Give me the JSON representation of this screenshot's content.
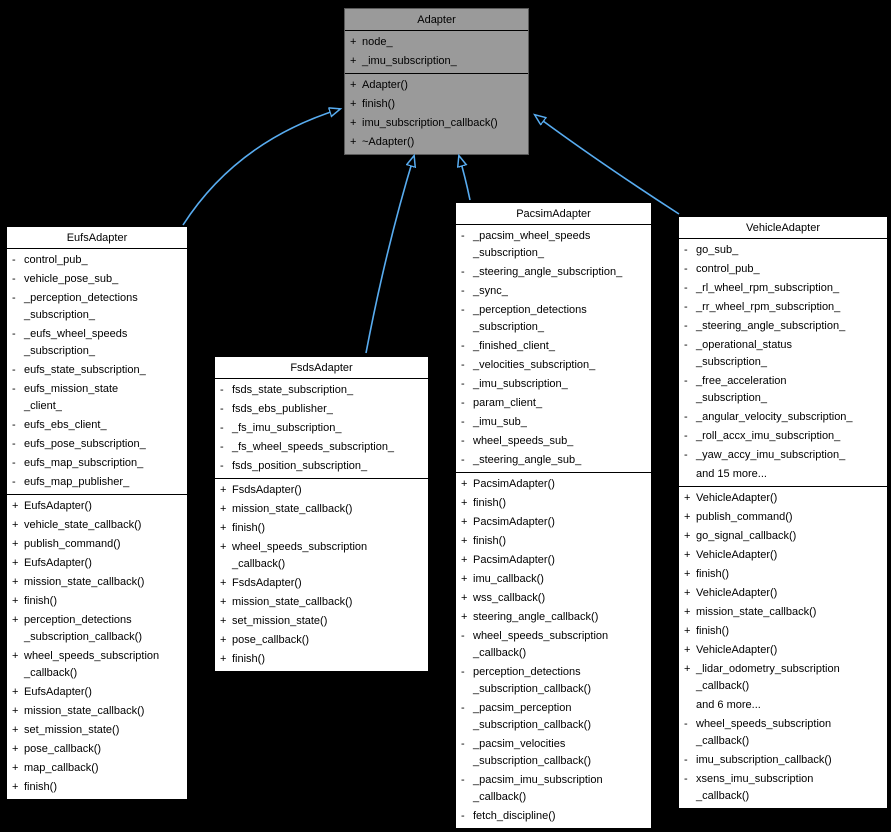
{
  "diagram_title": "Adapter class inheritance diagram",
  "colors": {
    "background": "#000000",
    "arrow": "#58acf0",
    "base_fill": "#9a9a9a",
    "derived_fill": "#ffffff",
    "text": "#000000"
  },
  "classes": [
    {
      "name": "Adapter",
      "kind": "base",
      "attributes": [
        {
          "vis": "+",
          "lines": [
            "node_"
          ]
        },
        {
          "vis": "+",
          "lines": [
            "_imu_subscription_"
          ]
        }
      ],
      "methods": [
        {
          "vis": "+",
          "lines": [
            "Adapter()"
          ]
        },
        {
          "vis": "+",
          "lines": [
            "finish()"
          ]
        },
        {
          "vis": "+",
          "lines": [
            "imu_subscription_callback()"
          ]
        },
        {
          "vis": "+",
          "lines": [
            "~Adapter()"
          ]
        }
      ]
    },
    {
      "name": "EufsAdapter",
      "kind": "derived",
      "attributes": [
        {
          "vis": "-",
          "lines": [
            "control_pub_"
          ]
        },
        {
          "vis": "-",
          "lines": [
            "vehicle_pose_sub_"
          ]
        },
        {
          "vis": "-",
          "lines": [
            "_perception_detections",
            "_subscription_"
          ]
        },
        {
          "vis": "-",
          "lines": [
            "_eufs_wheel_speeds",
            "_subscription_"
          ]
        },
        {
          "vis": "-",
          "lines": [
            "eufs_state_subscription_"
          ]
        },
        {
          "vis": "-",
          "lines": [
            "eufs_mission_state",
            "_client_"
          ]
        },
        {
          "vis": "-",
          "lines": [
            "eufs_ebs_client_"
          ]
        },
        {
          "vis": "-",
          "lines": [
            "eufs_pose_subscription_"
          ]
        },
        {
          "vis": "-",
          "lines": [
            "eufs_map_subscription_"
          ]
        },
        {
          "vis": "-",
          "lines": [
            "eufs_map_publisher_"
          ]
        }
      ],
      "methods": [
        {
          "vis": "+",
          "lines": [
            "EufsAdapter()"
          ]
        },
        {
          "vis": "+",
          "lines": [
            "vehicle_state_callback()"
          ]
        },
        {
          "vis": "+",
          "lines": [
            "publish_command()"
          ]
        },
        {
          "vis": "+",
          "lines": [
            "EufsAdapter()"
          ]
        },
        {
          "vis": "+",
          "lines": [
            "mission_state_callback()"
          ]
        },
        {
          "vis": "+",
          "lines": [
            "finish()"
          ]
        },
        {
          "vis": "+",
          "lines": [
            "perception_detections",
            "_subscription_callback()"
          ]
        },
        {
          "vis": "+",
          "lines": [
            "wheel_speeds_subscription",
            "_callback()"
          ]
        },
        {
          "vis": "+",
          "lines": [
            "EufsAdapter()"
          ]
        },
        {
          "vis": "+",
          "lines": [
            "mission_state_callback()"
          ]
        },
        {
          "vis": "+",
          "lines": [
            "set_mission_state()"
          ]
        },
        {
          "vis": "+",
          "lines": [
            "pose_callback()"
          ]
        },
        {
          "vis": "+",
          "lines": [
            "map_callback()"
          ]
        },
        {
          "vis": "+",
          "lines": [
            "finish()"
          ]
        }
      ]
    },
    {
      "name": "FsdsAdapter",
      "kind": "derived",
      "attributes": [
        {
          "vis": "-",
          "lines": [
            "fsds_state_subscription_"
          ]
        },
        {
          "vis": "-",
          "lines": [
            "fsds_ebs_publisher_"
          ]
        },
        {
          "vis": "-",
          "lines": [
            "_fs_imu_subscription_"
          ]
        },
        {
          "vis": "-",
          "lines": [
            "_fs_wheel_speeds_subscription_"
          ]
        },
        {
          "vis": "-",
          "lines": [
            "fsds_position_subscription_"
          ]
        }
      ],
      "methods": [
        {
          "vis": "+",
          "lines": [
            "FsdsAdapter()"
          ]
        },
        {
          "vis": "+",
          "lines": [
            "mission_state_callback()"
          ]
        },
        {
          "vis": "+",
          "lines": [
            "finish()"
          ]
        },
        {
          "vis": "+",
          "lines": [
            "wheel_speeds_subscription",
            "_callback()"
          ]
        },
        {
          "vis": "+",
          "lines": [
            "FsdsAdapter()"
          ]
        },
        {
          "vis": "+",
          "lines": [
            "mission_state_callback()"
          ]
        },
        {
          "vis": "+",
          "lines": [
            "set_mission_state()"
          ]
        },
        {
          "vis": "+",
          "lines": [
            "pose_callback()"
          ]
        },
        {
          "vis": "+",
          "lines": [
            "finish()"
          ]
        }
      ]
    },
    {
      "name": "PacsimAdapter",
      "kind": "derived",
      "attributes": [
        {
          "vis": "-",
          "lines": [
            "_pacsim_wheel_speeds",
            "_subscription_"
          ]
        },
        {
          "vis": "-",
          "lines": [
            "_steering_angle_subscription_"
          ]
        },
        {
          "vis": "-",
          "lines": [
            "_sync_"
          ]
        },
        {
          "vis": "-",
          "lines": [
            "_perception_detections",
            "_subscription_"
          ]
        },
        {
          "vis": "-",
          "lines": [
            "_finished_client_"
          ]
        },
        {
          "vis": "-",
          "lines": [
            "_velocities_subscription_"
          ]
        },
        {
          "vis": "-",
          "lines": [
            "_imu_subscription_"
          ]
        },
        {
          "vis": "-",
          "lines": [
            "param_client_"
          ]
        },
        {
          "vis": "-",
          "lines": [
            "_imu_sub_"
          ]
        },
        {
          "vis": "-",
          "lines": [
            "wheel_speeds_sub_"
          ]
        },
        {
          "vis": "-",
          "lines": [
            "_steering_angle_sub_"
          ]
        }
      ],
      "methods": [
        {
          "vis": "+",
          "lines": [
            "PacsimAdapter()"
          ]
        },
        {
          "vis": "+",
          "lines": [
            "finish()"
          ]
        },
        {
          "vis": "+",
          "lines": [
            "PacsimAdapter()"
          ]
        },
        {
          "vis": "+",
          "lines": [
            "finish()"
          ]
        },
        {
          "vis": "+",
          "lines": [
            "PacsimAdapter()"
          ]
        },
        {
          "vis": "+",
          "lines": [
            "imu_callback()"
          ]
        },
        {
          "vis": "+",
          "lines": [
            "wss_callback()"
          ]
        },
        {
          "vis": "+",
          "lines": [
            "steering_angle_callback()"
          ]
        },
        {
          "vis": "-",
          "lines": [
            "wheel_speeds_subscription",
            "_callback()"
          ]
        },
        {
          "vis": "-",
          "lines": [
            "perception_detections",
            "_subscription_callback()"
          ]
        },
        {
          "vis": "-",
          "lines": [
            "_pacsim_perception",
            "_subscription_callback()"
          ]
        },
        {
          "vis": "-",
          "lines": [
            "_pacsim_velocities",
            "_subscription_callback()"
          ]
        },
        {
          "vis": "-",
          "lines": [
            "_pacsim_imu_subscription",
            "_callback()"
          ]
        },
        {
          "vis": "-",
          "lines": [
            "fetch_discipline()"
          ]
        }
      ]
    },
    {
      "name": "VehicleAdapter",
      "kind": "derived",
      "attributes": [
        {
          "vis": "-",
          "lines": [
            "go_sub_"
          ]
        },
        {
          "vis": "-",
          "lines": [
            "control_pub_"
          ]
        },
        {
          "vis": "-",
          "lines": [
            "_rl_wheel_rpm_subscription_"
          ]
        },
        {
          "vis": "-",
          "lines": [
            "_rr_wheel_rpm_subscription_"
          ]
        },
        {
          "vis": "-",
          "lines": [
            "_steering_angle_subscription_"
          ]
        },
        {
          "vis": "-",
          "lines": [
            "_operational_status",
            "_subscription_"
          ]
        },
        {
          "vis": "-",
          "lines": [
            "_free_acceleration",
            "_subscription_"
          ]
        },
        {
          "vis": "-",
          "lines": [
            "_angular_velocity_subscription_"
          ]
        },
        {
          "vis": "-",
          "lines": [
            "_roll_accx_imu_subscription_"
          ]
        },
        {
          "vis": "-",
          "lines": [
            "_yaw_accy_imu_subscription_"
          ]
        },
        {
          "vis": "",
          "lines": [
            "and 15 more..."
          ]
        }
      ],
      "methods": [
        {
          "vis": "+",
          "lines": [
            "VehicleAdapter()"
          ]
        },
        {
          "vis": "+",
          "lines": [
            "publish_command()"
          ]
        },
        {
          "vis": "+",
          "lines": [
            "go_signal_callback()"
          ]
        },
        {
          "vis": "+",
          "lines": [
            "VehicleAdapter()"
          ]
        },
        {
          "vis": "+",
          "lines": [
            "finish()"
          ]
        },
        {
          "vis": "+",
          "lines": [
            "VehicleAdapter()"
          ]
        },
        {
          "vis": "+",
          "lines": [
            "mission_state_callback()"
          ]
        },
        {
          "vis": "+",
          "lines": [
            "finish()"
          ]
        },
        {
          "vis": "+",
          "lines": [
            "VehicleAdapter()"
          ]
        },
        {
          "vis": "+",
          "lines": [
            "_lidar_odometry_subscription",
            "_callback()"
          ]
        },
        {
          "vis": "",
          "lines": [
            "and 6 more..."
          ]
        },
        {
          "vis": "-",
          "lines": [
            "wheel_speeds_subscription",
            "_callback()"
          ]
        },
        {
          "vis": "-",
          "lines": [
            "imu_subscription_callback()"
          ]
        },
        {
          "vis": "-",
          "lines": [
            "xsens_imu_subscription",
            "_callback()"
          ]
        }
      ]
    }
  ],
  "relations": [
    {
      "from": "EufsAdapter",
      "to": "Adapter",
      "type": "inheritance"
    },
    {
      "from": "FsdsAdapter",
      "to": "Adapter",
      "type": "inheritance"
    },
    {
      "from": "PacsimAdapter",
      "to": "Adapter",
      "type": "inheritance"
    },
    {
      "from": "VehicleAdapter",
      "to": "Adapter",
      "type": "inheritance"
    }
  ]
}
